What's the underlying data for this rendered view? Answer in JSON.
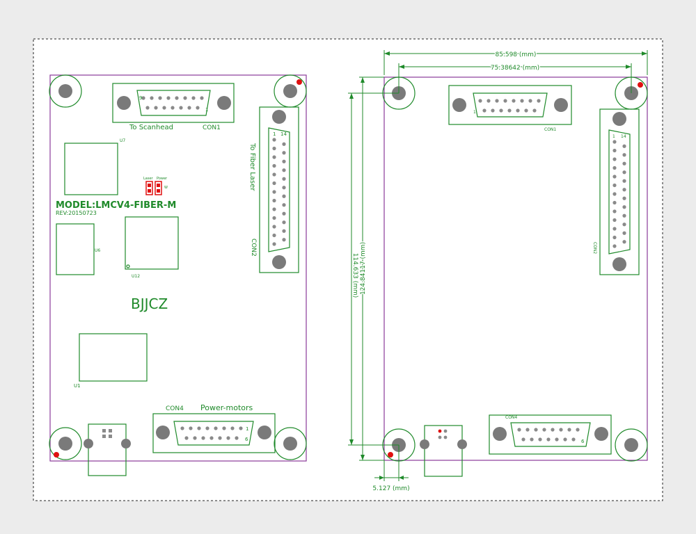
{
  "colors": {
    "background": "#ececec",
    "sheet": "#ffffff",
    "silkscreen": "#1f8a2a",
    "outline": "#8a3a9a",
    "hole": "#7a7a7a",
    "marker": "#e01010"
  },
  "left_board": {
    "con1_label": "To Scanhead",
    "con1_ref": "CON1",
    "con1_pin9": "9",
    "con1_pin1": "1",
    "con2_label": "To Fiber Laser",
    "con2_ref": "CON2",
    "con2_pin1": "1",
    "con2_pin14": "14",
    "u7_ref": "U7",
    "led_label_laser": "Laser",
    "led_label_power": "Power",
    "led_label_w": "W",
    "model": "MODEL:LMCV4-FIBER-M",
    "rev": "REV:20150723",
    "u6_ref": "U6",
    "u12_ref": "U12",
    "brand": "BJJCZ",
    "u1_ref": "U1",
    "con4_ref": "CON4",
    "con4_label": "Power-motors",
    "con4_pin6": "6",
    "con4_pin1": "1"
  },
  "right_board": {
    "con1_ref": "CON1",
    "con2_ref": "CON2",
    "con4_ref": "CON4",
    "con1_pin1": "1",
    "con2_pin1": "1",
    "con2_pin14": "14",
    "con4_pin6": "6",
    "dim_width_outer": "85.598 (mm)",
    "dim_width_inner": "75.38642 (mm)",
    "dim_height_outer": "124.84117 (mm)",
    "dim_height_inner": "114.633 (mm)",
    "dim_offset": "5.127 (mm)"
  }
}
